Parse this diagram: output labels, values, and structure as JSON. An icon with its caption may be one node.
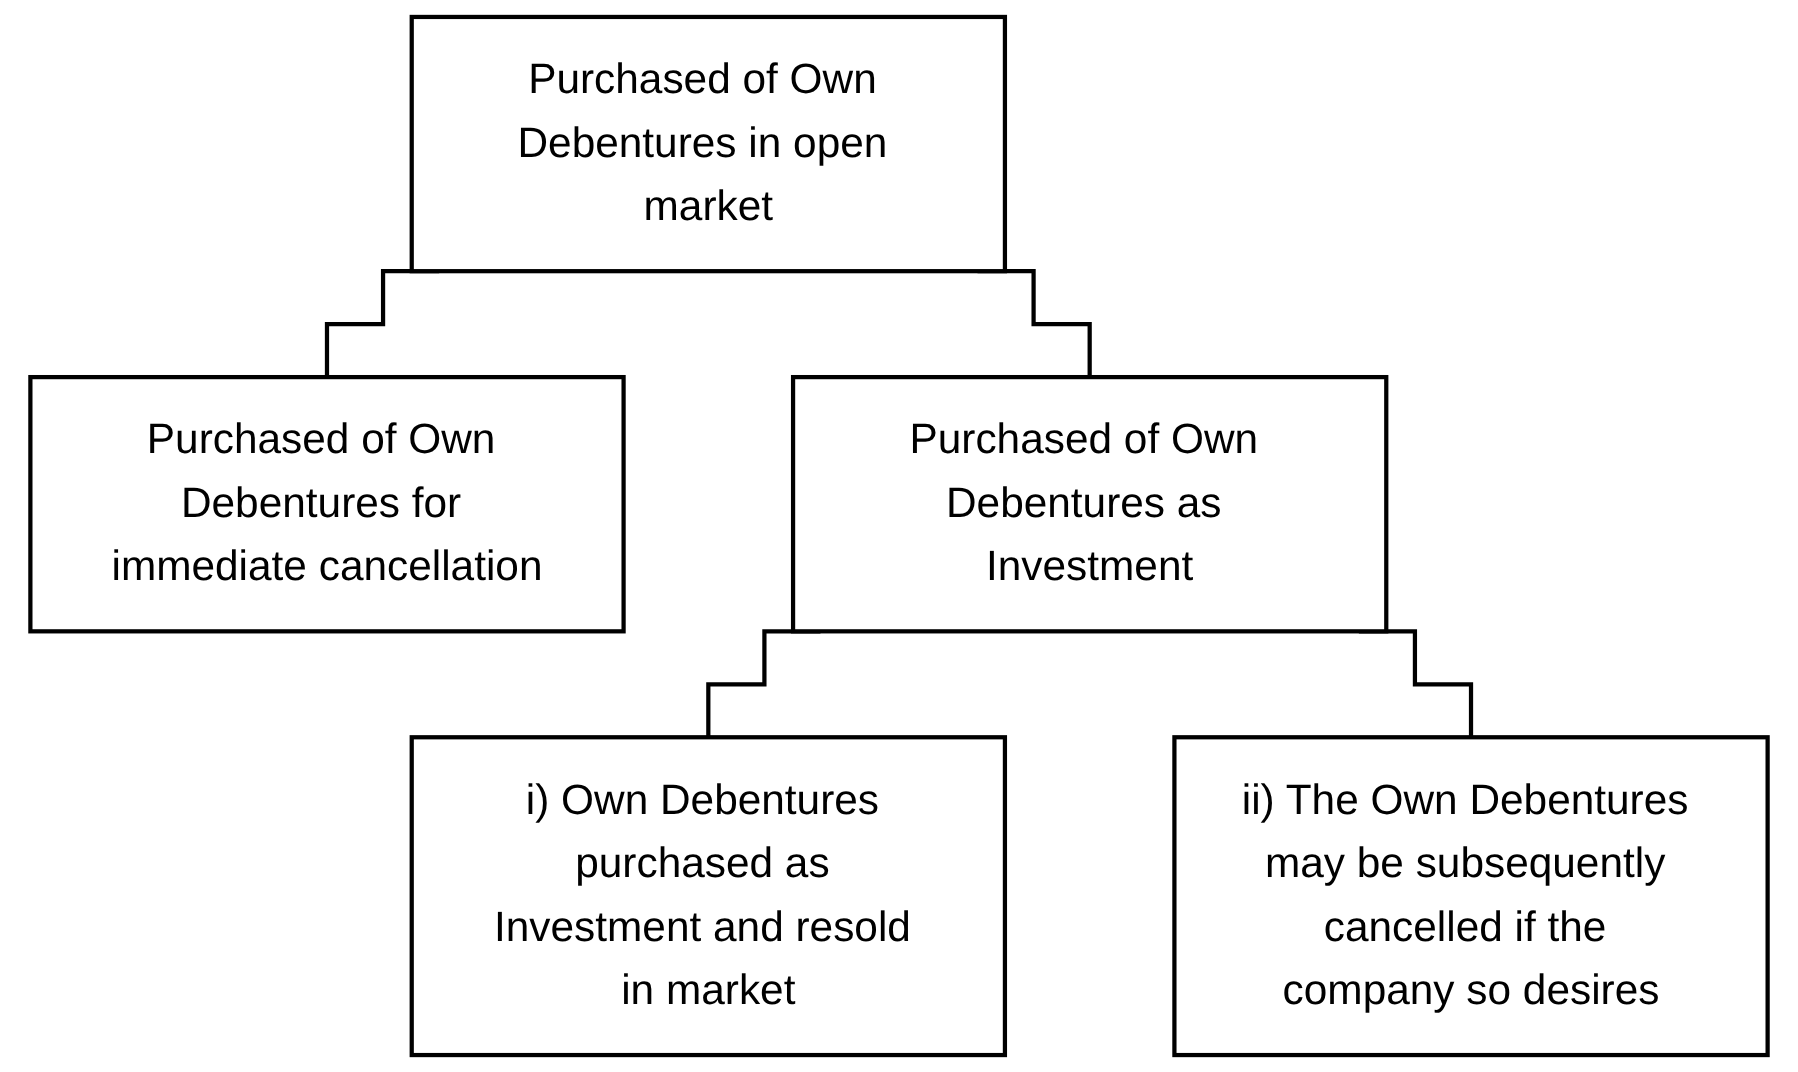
{
  "diagram": {
    "nodes": [
      {
        "text": [
          "Purchased of Own Debentures in open market"
        ]
      },
      {
        "text": [
          "Purchased of Own Debentures for immediate cancellation"
        ]
      },
      {
        "text": [
          "Purchased of Own Debentures as Investment"
        ]
      },
      {
        "text": [
          "i) Own Debentures purchased as Investment and resold in market"
        ]
      },
      {
        "text": [
          "ii) The Own Debentures may be subsequently cancelled if the company so desires"
        ]
      }
    ],
    "edges": [
      {
        "from": 0,
        "to": 1,
        "arrow": "none"
      },
      {
        "from": 0,
        "to": 2,
        "arrow": "none"
      },
      {
        "from": 2,
        "to": 3,
        "arrow": "none"
      },
      {
        "from": 2,
        "to": 4,
        "arrow": "none"
      }
    ]
  }
}
